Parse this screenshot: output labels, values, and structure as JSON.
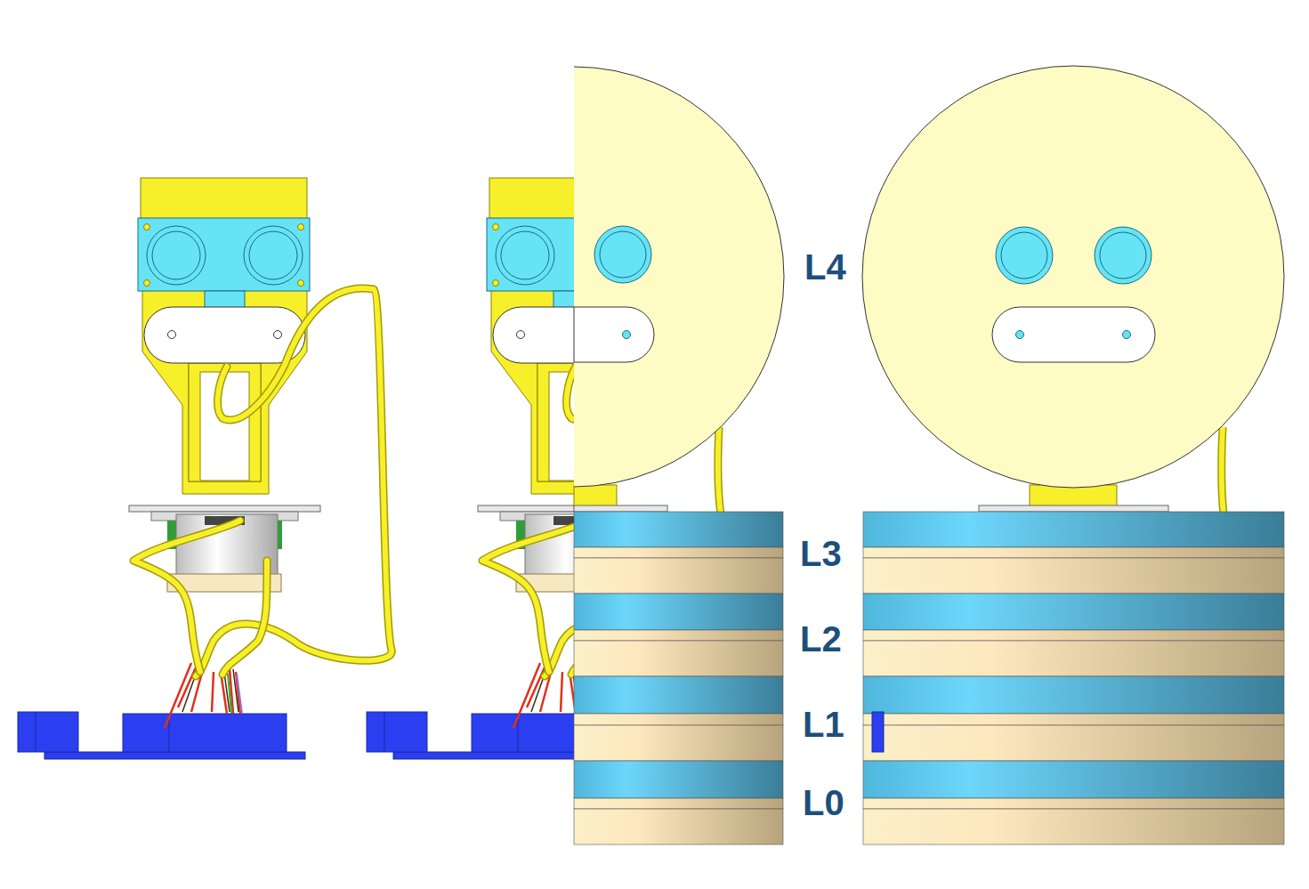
{
  "diagram": {
    "labels": [
      "L4",
      "L3",
      "L2",
      "L1",
      "L0"
    ]
  }
}
